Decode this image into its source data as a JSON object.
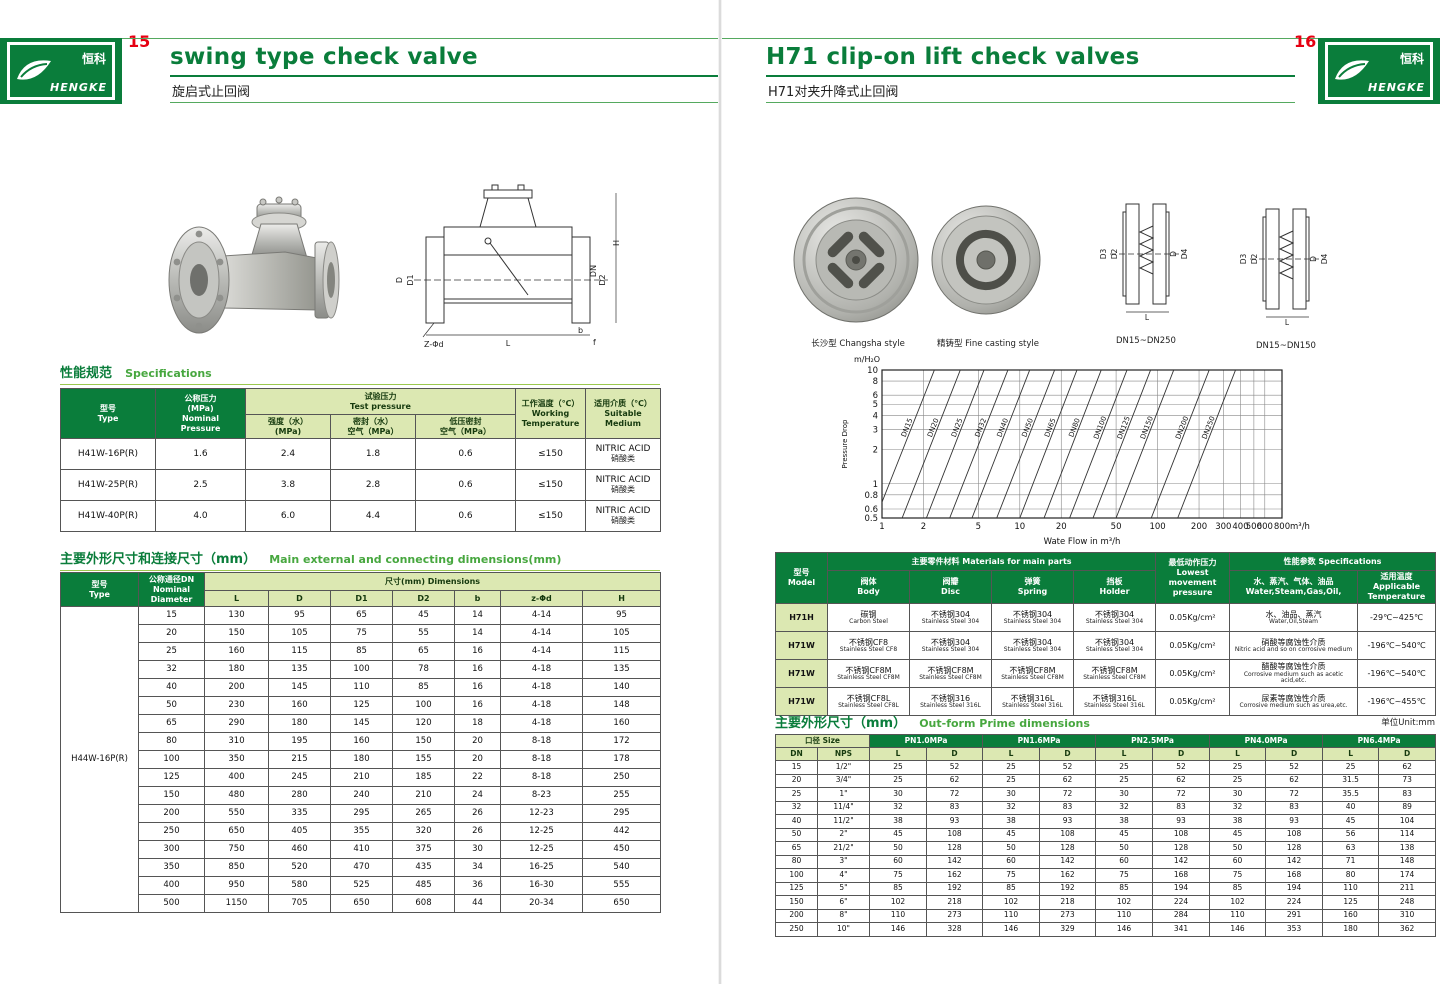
{
  "brand": {
    "cn": "恒科",
    "en": "HENGKE"
  },
  "left_page": {
    "page_number": "15",
    "title_en": "swing type check valve",
    "title_cn": "旋启式止回阀",
    "drawing_labels": [
      "H",
      "D",
      "D1",
      "DN",
      "D2",
      "Z-Φd",
      "L",
      "b",
      "f"
    ],
    "specs": {
      "heading_cn": "性能规范",
      "heading_en": "Specifications",
      "header": {
        "type": "型号\nType",
        "nominal": "公称压力\n(MPa)\nNominal\nPressure",
        "test": "试验压力\nTest pressure",
        "strength": "强度（水）\n(MPa)",
        "seal": "密封（水）\n空气（MPa）",
        "lowseal": "低压密封\n空气（MPa）",
        "working": "工作温度（℃）\nWorking\nTemperature",
        "medium": "适用介质（℃）\nSuitable\nMedium"
      },
      "rows": [
        [
          "H41W-16P(R)",
          "1.6",
          "2.4",
          "1.8",
          "0.6",
          "≤150",
          "NITRIC ACID\n硝酸类"
        ],
        [
          "H41W-25P(R)",
          "2.5",
          "3.8",
          "2.8",
          "0.6",
          "≤150",
          "NITRIC ACID\n硝酸类"
        ],
        [
          "H41W-40P(R)",
          "4.0",
          "6.0",
          "4.4",
          "0.6",
          "≤150",
          "NITRIC ACID\n硝酸类"
        ]
      ]
    },
    "dims": {
      "heading_cn": "主要外形尺寸和连接尺寸（mm）",
      "heading_en": "Main external and connecting dimensions(mm)",
      "header": {
        "type": "型号\nType",
        "dn": "公称通径DN\nNominal\nDiameter",
        "dims": "尺寸(mm) Dimensions",
        "cols": [
          "L",
          "D",
          "D1",
          "D2",
          "b",
          "z-Φd",
          "H"
        ]
      },
      "model": "H44W-16P(R)",
      "rows": [
        [
          "15",
          "130",
          "95",
          "65",
          "45",
          "14",
          "4-14",
          "95"
        ],
        [
          "20",
          "150",
          "105",
          "75",
          "55",
          "14",
          "4-14",
          "105"
        ],
        [
          "25",
          "160",
          "115",
          "85",
          "65",
          "16",
          "4-14",
          "115"
        ],
        [
          "32",
          "180",
          "135",
          "100",
          "78",
          "16",
          "4-18",
          "135"
        ],
        [
          "40",
          "200",
          "145",
          "110",
          "85",
          "16",
          "4-18",
          "140"
        ],
        [
          "50",
          "230",
          "160",
          "125",
          "100",
          "16",
          "4-18",
          "148"
        ],
        [
          "65",
          "290",
          "180",
          "145",
          "120",
          "18",
          "4-18",
          "160"
        ],
        [
          "80",
          "310",
          "195",
          "160",
          "150",
          "20",
          "8-18",
          "172"
        ],
        [
          "100",
          "350",
          "215",
          "180",
          "155",
          "20",
          "8-18",
          "178"
        ],
        [
          "125",
          "400",
          "245",
          "210",
          "185",
          "22",
          "8-18",
          "250"
        ],
        [
          "150",
          "480",
          "280",
          "240",
          "210",
          "24",
          "8-23",
          "255"
        ],
        [
          "200",
          "550",
          "335",
          "295",
          "265",
          "26",
          "12-23",
          "295"
        ],
        [
          "250",
          "650",
          "405",
          "355",
          "320",
          "26",
          "12-25",
          "442"
        ],
        [
          "300",
          "750",
          "460",
          "410",
          "375",
          "30",
          "12-25",
          "450"
        ],
        [
          "350",
          "850",
          "520",
          "470",
          "435",
          "34",
          "16-25",
          "540"
        ],
        [
          "400",
          "950",
          "580",
          "525",
          "485",
          "36",
          "16-30",
          "555"
        ],
        [
          "500",
          "1150",
          "705",
          "650",
          "608",
          "44",
          "20-34",
          "650"
        ]
      ]
    }
  },
  "right_page": {
    "page_number": "16",
    "title_en": "H71 clip-on lift check valves",
    "title_cn": "H71对夹升降式止回阀",
    "figures": {
      "photo1_caption": "长沙型 Changsha style",
      "photo2_caption": "精铸型 Fine casting style",
      "drawing1_caption": "DN15~DN250",
      "drawing2_caption": "DN15~DN150",
      "drawing_labels": [
        "D3",
        "D2",
        "D",
        "D4",
        "L"
      ]
    },
    "materials": {
      "header": {
        "model": "型号\nModel",
        "parts": "主要零件材料 Materials for main parts",
        "body": "阀体\nBody",
        "disc": "阀瓣\nDisc",
        "spring": "弹簧\nSpring",
        "holder": "挡板\nHolder",
        "pressure": "最低动作压力\nLowest movement\npressure",
        "specs": "性能参数 Specifications",
        "media": "水、蒸汽、气体、油品\nWater,Steam,Gas,Oil,",
        "temp": "适用温度\nApplicable\nTemperature"
      },
      "rows": [
        [
          "H71H",
          "碳钢\nCarbon Steel",
          "不锈钢304\nStainless Steel 304",
          "不锈钢304\nStainless Steel 304",
          "不锈钢304\nStainless Steel 304",
          "0.05Kg/cm²",
          "水、油品、蒸汽\nWater,Oil,Steam",
          "-29℃~425℃"
        ],
        [
          "H71W",
          "不锈钢CF8\nStainless Steel CF8",
          "不锈钢304\nStainless Steel 304",
          "不锈钢304\nStainless Steel 304",
          "不锈钢304\nStainless Steel 304",
          "0.05Kg/cm²",
          "硝酸等腐蚀性介质\nNitric acid and so on corrosive medium",
          "-196℃~540℃"
        ],
        [
          "H71W",
          "不锈钢CF8M\nStainless Steel CF8M",
          "不锈钢CF8M\nStainless Steel CF8M",
          "不锈钢CF8M\nStainless Steel CF8M",
          "不锈钢CF8M\nStainless Steel CF8M",
          "0.05Kg/cm²",
          "醋酸等腐蚀性介质\nCorrosive medium such as acetic acid,etc.",
          "-196℃~540℃"
        ],
        [
          "H71W",
          "不锈钢CF8L\nStainless Steel CF8L",
          "不锈钢316\nStainless Steel 316L",
          "不锈钢316L\nStainless Steel 316L",
          "不锈钢316L\nStainless Steel 316L",
          "0.05Kg/cm²",
          "尿素等腐蚀性介质\nCorrosive medium such as urea,etc.",
          "-196℃~455℃"
        ]
      ]
    },
    "outform": {
      "heading_cn": "主要外形尺寸（mm）",
      "heading_en": "Out-form Prime dimensions",
      "unit_note": "单位Unit:mm",
      "header": {
        "size": "口径 Size",
        "dn": "DN",
        "nps": "NPS",
        "pn": [
          "PN1.0MPa",
          "PN1.6MPa",
          "PN2.5MPa",
          "PN4.0MPa",
          "PN6.4MPa"
        ],
        "l": "L",
        "d": "D"
      },
      "rows": [
        [
          "15",
          "1/2\"",
          "25",
          "52",
          "25",
          "52",
          "25",
          "52",
          "25",
          "52",
          "25",
          "62"
        ],
        [
          "20",
          "3/4\"",
          "25",
          "62",
          "25",
          "62",
          "25",
          "62",
          "25",
          "62",
          "31.5",
          "73"
        ],
        [
          "25",
          "1\"",
          "30",
          "72",
          "30",
          "72",
          "30",
          "72",
          "30",
          "72",
          "35.5",
          "83"
        ],
        [
          "32",
          "11/4\"",
          "32",
          "83",
          "32",
          "83",
          "32",
          "83",
          "32",
          "83",
          "40",
          "89"
        ],
        [
          "40",
          "11/2\"",
          "38",
          "93",
          "38",
          "93",
          "38",
          "93",
          "38",
          "93",
          "45",
          "104"
        ],
        [
          "50",
          "2\"",
          "45",
          "108",
          "45",
          "108",
          "45",
          "108",
          "45",
          "108",
          "56",
          "114"
        ],
        [
          "65",
          "21/2\"",
          "50",
          "128",
          "50",
          "128",
          "50",
          "128",
          "50",
          "128",
          "63",
          "138"
        ],
        [
          "80",
          "3\"",
          "60",
          "142",
          "60",
          "142",
          "60",
          "142",
          "60",
          "142",
          "71",
          "148"
        ],
        [
          "100",
          "4\"",
          "75",
          "162",
          "75",
          "162",
          "75",
          "168",
          "75",
          "168",
          "80",
          "174"
        ],
        [
          "125",
          "5\"",
          "85",
          "192",
          "85",
          "192",
          "85",
          "194",
          "85",
          "194",
          "110",
          "211"
        ],
        [
          "150",
          "6\"",
          "102",
          "218",
          "102",
          "218",
          "102",
          "224",
          "102",
          "224",
          "125",
          "248"
        ],
        [
          "200",
          "8\"",
          "110",
          "273",
          "110",
          "273",
          "110",
          "284",
          "110",
          "291",
          "160",
          "310"
        ],
        [
          "250",
          "10\"",
          "146",
          "328",
          "146",
          "329",
          "146",
          "341",
          "146",
          "353",
          "180",
          "362"
        ]
      ]
    }
  },
  "chart_data": {
    "type": "line",
    "title": "",
    "ylabel": "Pressure Drop",
    "y_unit": "m/H₂O",
    "xlabel": "Wate Flow in m³/h",
    "x_unit": "m³/h",
    "x_scale": "log",
    "y_scale": "log",
    "xlim": [
      1,
      800
    ],
    "ylim": [
      0.5,
      10
    ],
    "x_ticks": [
      1,
      2,
      5,
      10,
      20,
      50,
      100,
      200,
      300,
      400,
      500,
      600,
      800
    ],
    "y_ticks": [
      0.5,
      0.6,
      0.8,
      1,
      2,
      3,
      4,
      5,
      6,
      8,
      10
    ],
    "grid": true,
    "pressure_at_flow_points": [
      0.5,
      10
    ],
    "series": [
      {
        "name": "DN15",
        "flow": [
          0.9,
          2.4
        ]
      },
      {
        "name": "DN20",
        "flow": [
          1.4,
          3.7
        ]
      },
      {
        "name": "DN25",
        "flow": [
          2.1,
          5.5
        ]
      },
      {
        "name": "DN32",
        "flow": [
          3.1,
          8.2
        ]
      },
      {
        "name": "DN40",
        "flow": [
          4.5,
          11.8
        ]
      },
      {
        "name": "DN50",
        "flow": [
          6.8,
          17.9
        ]
      },
      {
        "name": "DN65",
        "flow": [
          10,
          26
        ]
      },
      {
        "name": "DN80",
        "flow": [
          15,
          39
        ]
      },
      {
        "name": "DN100",
        "flow": [
          23,
          60
        ]
      },
      {
        "name": "DN125",
        "flow": [
          34,
          89
        ]
      },
      {
        "name": "DN150",
        "flow": [
          50,
          131
        ]
      },
      {
        "name": "DN200",
        "flow": [
          90,
          237
        ]
      },
      {
        "name": "DN250",
        "flow": [
          140,
          368
        ]
      }
    ]
  }
}
